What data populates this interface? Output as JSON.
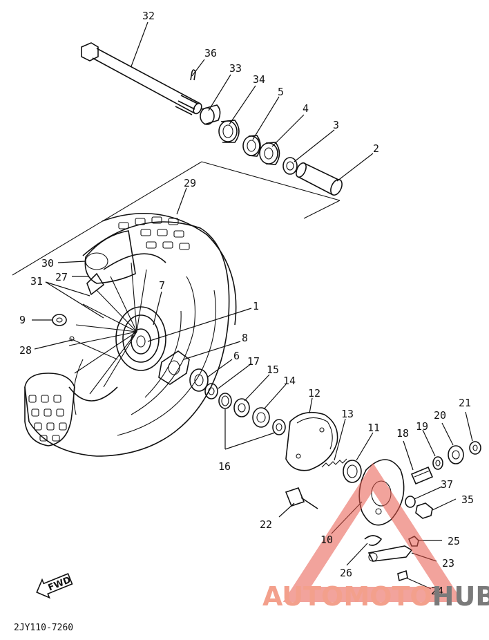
{
  "diagram_code": "2JY110-7260",
  "fwd_label": "FWD",
  "watermark": {
    "part1": "AUTO",
    "part2": "MOTO",
    "part3": "HUB",
    "color_primary": "#f3a08c",
    "color_dark": "#7a7a7a",
    "triangle_color": "#e8584a"
  },
  "callouts": {
    "c1": "1",
    "c2": "2",
    "c3": "3",
    "c4": "4",
    "c5": "5",
    "c6": "6",
    "c7": "7",
    "c8": "8",
    "c9": "9",
    "c10": "10",
    "c11": "11",
    "c12": "12",
    "c13": "13",
    "c14": "14",
    "c15": "15",
    "c16": "16",
    "c17": "17",
    "c18": "18",
    "c19": "19",
    "c20": "20",
    "c21": "21",
    "c22": "22",
    "c23": "23",
    "c24": "24",
    "c25": "25",
    "c26": "26",
    "c27": "27",
    "c28": "28",
    "c29": "29",
    "c30": "30",
    "c31": "31",
    "c32": "32",
    "c33": "33",
    "c34": "34",
    "c35": "35",
    "c36": "36",
    "c37": "37"
  }
}
